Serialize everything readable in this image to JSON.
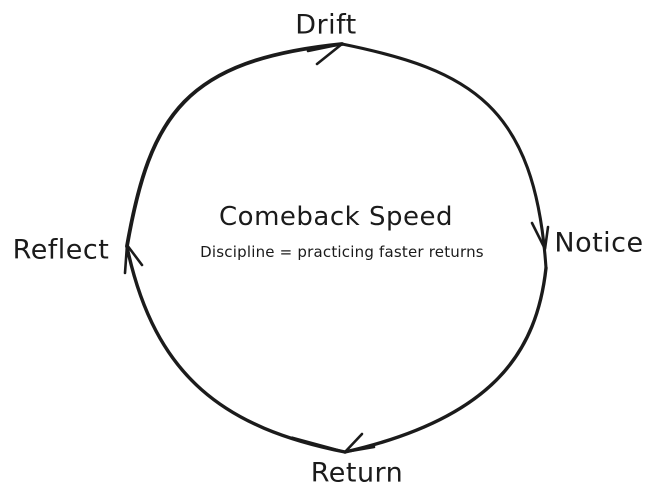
{
  "diagram": {
    "type": "cycle",
    "title": "Comeback Speed",
    "subtitle": "Discipline = practicing faster returns",
    "nodes": [
      {
        "id": "drift",
        "label": "Drift",
        "position": "top"
      },
      {
        "id": "notice",
        "label": "Notice",
        "position": "right"
      },
      {
        "id": "return",
        "label": "Return",
        "position": "bottom"
      },
      {
        "id": "reflect",
        "label": "Reflect",
        "position": "left"
      }
    ],
    "edges": [
      {
        "from": "Drift",
        "to": "Notice"
      },
      {
        "from": "Notice",
        "to": "Return"
      },
      {
        "from": "Return",
        "to": "Reflect"
      },
      {
        "from": "Reflect",
        "to": "Drift"
      }
    ],
    "colors": {
      "ink": "#1b1b1b",
      "background": "#ffffff"
    }
  }
}
